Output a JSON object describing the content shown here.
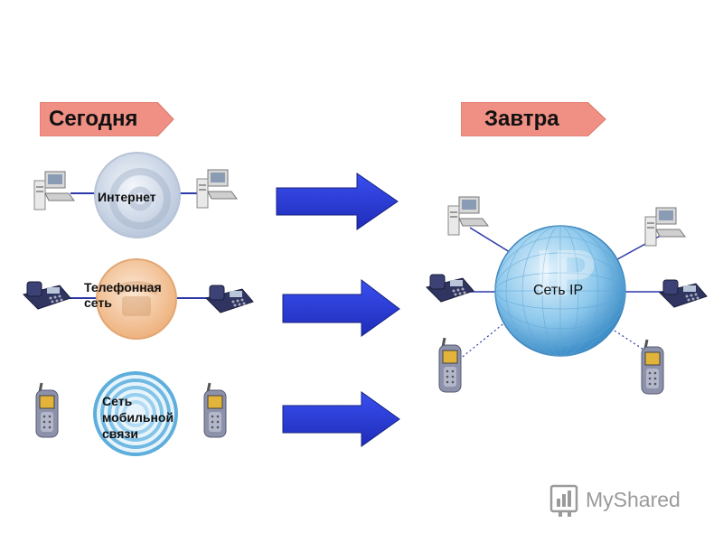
{
  "banners": {
    "today": "Сегодня",
    "tomorrow": "Завтра"
  },
  "today_networks": {
    "internet": "Интернет",
    "phone_line1": "Телефонная",
    "phone_line2": "сеть",
    "mobile_line1": "Сеть",
    "mobile_line2": "мобильной",
    "mobile_line3": "связи"
  },
  "tomorrow_network": {
    "label": "Сеть IP",
    "sphere_glyph": "IP"
  },
  "watermark": {
    "text": "MyShared"
  },
  "colors": {
    "banner": "#f08f84",
    "arrow": "#2b3ed6",
    "internet_circle": "#c7d3e4",
    "phone_circle": "#f3c49a",
    "mobile_circle": "#5eaedc",
    "ip_sphere": "#7dbde6",
    "link_line": "#2c38a8"
  },
  "icons": [
    "computer-icon",
    "desk-phone-icon",
    "mobile-phone-icon",
    "arrow-icon",
    "at-sign-icon",
    "phone-glyph-icon",
    "ip-sphere-icon",
    "myshared-logo-icon"
  ]
}
